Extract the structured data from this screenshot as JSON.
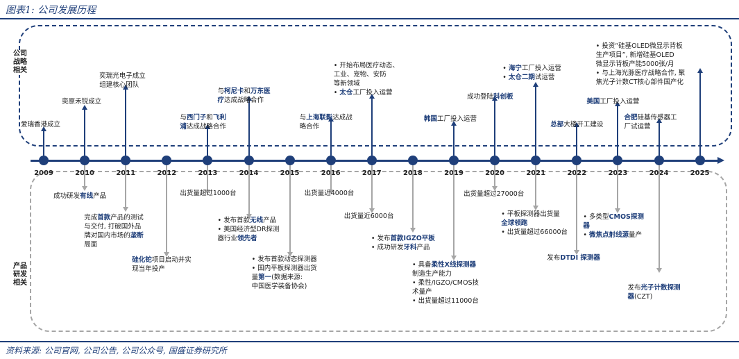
{
  "title": "图表1: 公司发展历程",
  "source": "资料来源: 公司官网, 公司公告, 公司公众号, 国盛证券研究所",
  "labels": {
    "top": "公司战略相关",
    "bottom": "产品研发相关"
  },
  "years": [
    "2009",
    "2010",
    "2011",
    "2012",
    "2013",
    "2014",
    "2015",
    "2016",
    "2017",
    "2018",
    "2019",
    "2020",
    "2021",
    "2022",
    "2023",
    "2024",
    "2025"
  ],
  "top_events": {
    "e2009": "爱瑞香港成立",
    "e2010": "奕原禾锐成立",
    "e2011": "奕瑞光电子成立\n组建核心团队",
    "e2013": [
      [
        "与"
      ],
      [
        "西门子",
        true
      ],
      [
        "和"
      ],
      [
        "飞利",
        true
      ],
      [
        "\n"
      ],
      [
        "浦",
        true
      ],
      [
        "达成战略合作"
      ]
    ],
    "e2014": [
      [
        "与"
      ],
      [
        "柯尼卡",
        true
      ],
      [
        "和"
      ],
      [
        "万东医",
        true
      ],
      [
        "\n"
      ],
      [
        "疗",
        true
      ],
      [
        "达成战略合作"
      ]
    ],
    "e2016": [
      [
        "与"
      ],
      [
        "上海联影",
        true
      ],
      [
        "达成战\n略合作"
      ]
    ],
    "e2017": [
      [
        "•  开始布局医疗动态、\n   工业、宠物、安防\n   等新领域\n•  "
      ],
      [
        "太仓",
        true
      ],
      [
        "工厂投入运营"
      ]
    ],
    "e2019": [
      [
        "韩国",
        true
      ],
      [
        "工厂投入运营"
      ]
    ],
    "e2020": [
      [
        "成功登陆"
      ],
      [
        "科创板",
        true
      ]
    ],
    "e2021": [
      [
        "•  "
      ],
      [
        "海宁",
        true
      ],
      [
        "工厂投入运营\n•  "
      ],
      [
        "太仓二期",
        true
      ],
      [
        "试运营"
      ]
    ],
    "e2022": [
      [
        "总部",
        true
      ],
      [
        "大楼开工建设"
      ]
    ],
    "e2023": [
      [
        "美国",
        true
      ],
      [
        "工厂投入运营"
      ]
    ],
    "e2024": [
      [
        "合肥",
        true
      ],
      [
        "硅基传感器工\n厂试运营"
      ]
    ],
    "e2025": "•  投资“硅基OLED微显示背板\n   生产项目”, 新增硅基OLED\n   微显示背板产能5000张/月\n•  与上海光脉医疗战略合作, 聚\n   焦光子计数CT核心部件国产化"
  },
  "bottom_events": {
    "e2010": [
      [
        "成功研发"
      ],
      [
        "有线",
        true
      ],
      [
        "产品"
      ]
    ],
    "e2011": [
      [
        "完成"
      ],
      [
        "首款",
        true
      ],
      [
        "产品的测试\n与交付, 打破国外品\n牌对国内市场的"
      ],
      [
        "垄断",
        true
      ],
      [
        "\n局面"
      ]
    ],
    "e2012": [
      [
        "硅化铊",
        true
      ],
      [
        "项目启动并实\n现当年投产"
      ]
    ],
    "e2013": "出货量超过1000台",
    "e2014": [
      [
        "•  发布首款"
      ],
      [
        "无线",
        true
      ],
      [
        "产品\n•  美国经济型DR探测\n   器行业"
      ],
      [
        "领先者",
        true
      ]
    ],
    "e2015": [
      [
        "•  发布首款动态探测器\n•  国内平板探测器出货\n   量"
      ],
      [
        "第一",
        true
      ],
      [
        "(数据来源:\n   中国医学装备协会)"
      ]
    ],
    "e2016": "出货量近4000台",
    "e2017": "出货量近6000台",
    "e2018": [
      [
        "•  发布"
      ],
      [
        "首款IGZO平板",
        true
      ],
      [
        "\n•  成功研发"
      ],
      [
        "牙科",
        true
      ],
      [
        "产品"
      ]
    ],
    "e2019": [
      [
        "•  具备"
      ],
      [
        "柔性X线探测器",
        true
      ],
      [
        "\n   制造生产能力\n•  柔性/IGZO/CMOS技\n   术量产\n•  出货量超过11000台"
      ]
    ],
    "e2020": "出货量超过27000台",
    "e2021": [
      [
        "•  平板探测器出货量\n   "
      ],
      [
        "全球领跑",
        true
      ],
      [
        "\n•  出货量超过66000台"
      ]
    ],
    "e2022": [
      [
        "发布"
      ],
      [
        "DTDI 探测器",
        true
      ]
    ],
    "e2023": [
      [
        "•  多类型"
      ],
      [
        "CMOS探测\n   器",
        true
      ],
      [
        "\n•  "
      ],
      [
        "微焦点射线源",
        true
      ],
      [
        "量产"
      ]
    ],
    "e2024": [
      [
        "发布"
      ],
      [
        "光子计数探测\n器",
        true
      ],
      [
        "(CZT)"
      ]
    ]
  }
}
